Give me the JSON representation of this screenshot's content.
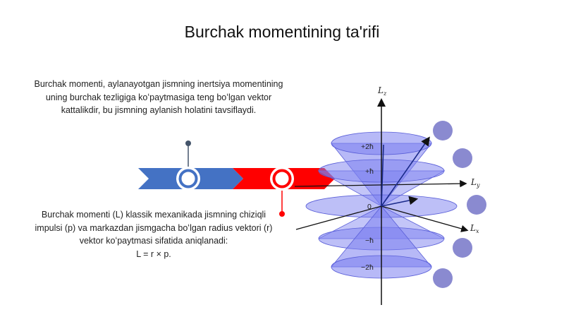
{
  "slide": {
    "title": "Burchak momentining ta'rifi",
    "text_1": "Burchak momenti, aylanayotgan jismning inertsiya momentining uning burchak tezligiga koʻpaytmasiga teng boʻlgan vektor kattalikdir, bu jismning aylanish holatini tavsiflaydi.",
    "text_2": "Burchak momenti (L) klassik mexanikada jismning chiziqli impulsi (p) va markazdan jismgacha boʻlgan radius vektori (r) vektor koʻpaytmasi sifatida aniqlanadi:",
    "text_2_formula": "L = r × p."
  },
  "timeline": {
    "colors": {
      "blue": "#4472c4",
      "red": "#ff0000",
      "pin": "#44546a"
    }
  },
  "diagram": {
    "axis_labels": {
      "z": "L",
      "z_sub": "z",
      "y": "L",
      "y_sub": "y",
      "x": "L",
      "x_sub": "x"
    },
    "level_labels": [
      "+2ħ",
      "+ħ",
      "0",
      "−ħ",
      "−2ħ"
    ],
    "colors": {
      "cone_fill": "#7b7ff0",
      "cone_stroke": "#5a5fd8",
      "sphere": "#8a8ad0"
    }
  }
}
